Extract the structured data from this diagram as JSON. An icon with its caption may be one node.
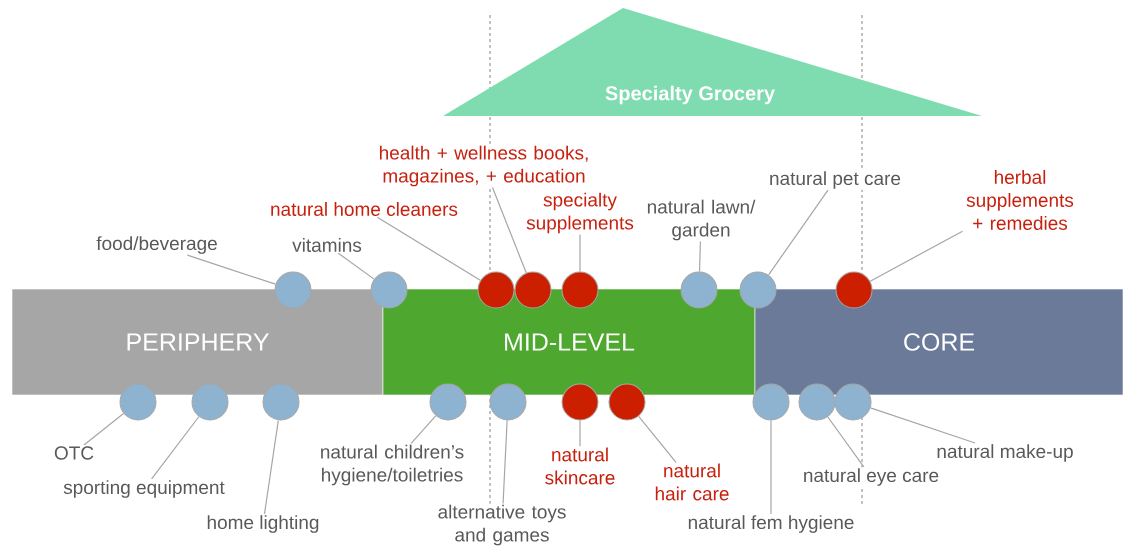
{
  "diagram": {
    "nodes": [
      {
        "text": [
          "Specialty Grocery"
        ]
      },
      {
        "text": [
          "PERIPHERY"
        ]
      },
      {
        "text": [
          "MID-LEVEL"
        ]
      },
      {
        "text": [
          "CORE"
        ]
      },
      {
        "text": [
          "food/beverage"
        ]
      },
      {
        "text": [
          "vitamins"
        ]
      },
      {
        "text": [
          "natural home cleaners"
        ]
      },
      {
        "text": [
          "health + wellness books, magazines, + education"
        ]
      },
      {
        "text": [
          "specialty supplements"
        ]
      },
      {
        "text": [
          "natural lawn/ garden"
        ]
      },
      {
        "text": [
          "natural pet care"
        ]
      },
      {
        "text": [
          "herbal supplements + remedies"
        ]
      },
      {
        "text": [
          "OTC"
        ]
      },
      {
        "text": [
          "sporting equipment"
        ]
      },
      {
        "text": [
          "home lighting"
        ]
      },
      {
        "text": [
          "natural children’s hygiene/toiletries"
        ]
      },
      {
        "text": [
          "alternative toys and games"
        ]
      },
      {
        "text": [
          "natural skincare"
        ]
      },
      {
        "text": [
          "natural hair care"
        ]
      },
      {
        "text": [
          "natural fem hygiene"
        ]
      },
      {
        "text": [
          "natural eye care"
        ]
      },
      {
        "text": [
          "natural make-up"
        ]
      },
      {
        "text": [],
        "shape": "circle"
      },
      {
        "text": [],
        "shape": "circle"
      },
      {
        "text": [],
        "shape": "circle"
      },
      {
        "text": [],
        "shape": "circle"
      },
      {
        "text": [],
        "shape": "circle"
      },
      {
        "text": [],
        "shape": "circle"
      },
      {
        "text": [],
        "shape": "circle"
      },
      {
        "text": [],
        "shape": "circle"
      },
      {
        "text": [],
        "shape": "circle"
      },
      {
        "text": [],
        "shape": "circle"
      },
      {
        "text": [],
        "shape": "circle"
      },
      {
        "text": [],
        "shape": "circle"
      },
      {
        "text": [],
        "shape": "circle"
      },
      {
        "text": [],
        "shape": "circle"
      },
      {
        "text": [],
        "shape": "circle"
      },
      {
        "text": [],
        "shape": "circle"
      },
      {
        "text": [],
        "shape": "circle"
      },
      {
        "text": [],
        "shape": "circle"
      }
    ],
    "edges": [
      {
        "from": 4,
        "to": 22,
        "arrow": "none"
      },
      {
        "from": 5,
        "to": 23,
        "arrow": "none"
      },
      {
        "from": 6,
        "to": 24,
        "arrow": "none"
      },
      {
        "from": 7,
        "to": 25,
        "arrow": "none"
      },
      {
        "from": 8,
        "to": 26,
        "arrow": "none"
      },
      {
        "from": 9,
        "to": 27,
        "arrow": "none"
      },
      {
        "from": 10,
        "to": 28,
        "arrow": "none"
      },
      {
        "from": 11,
        "to": 29,
        "arrow": "none"
      },
      {
        "from": 12,
        "to": 30,
        "arrow": "none"
      },
      {
        "from": 13,
        "to": 31,
        "arrow": "none"
      },
      {
        "from": 14,
        "to": 32,
        "arrow": "none"
      },
      {
        "from": 15,
        "to": 33,
        "arrow": "none"
      },
      {
        "from": 16,
        "to": 34,
        "arrow": "none"
      },
      {
        "from": 17,
        "to": 35,
        "arrow": "none"
      },
      {
        "from": 18,
        "to": 36,
        "arrow": "none"
      },
      {
        "from": 19,
        "to": 37,
        "arrow": "none"
      },
      {
        "from": 20,
        "to": 38,
        "arrow": "none"
      },
      {
        "from": 21,
        "to": 39,
        "arrow": "none"
      }
    ]
  }
}
